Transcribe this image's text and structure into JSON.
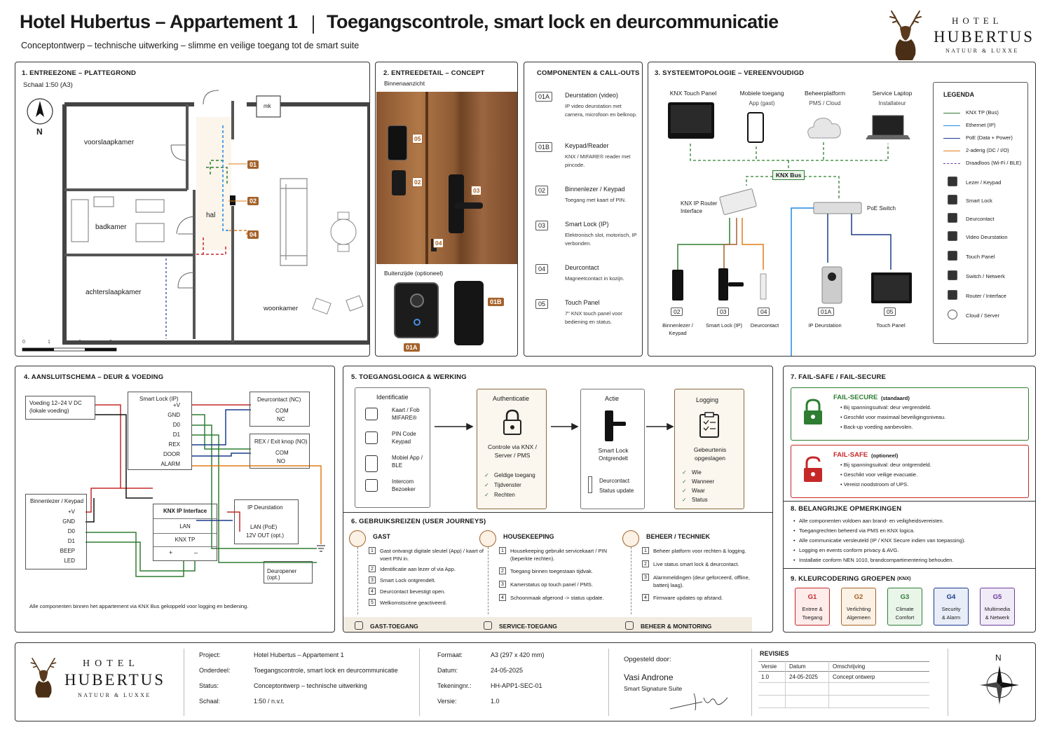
{
  "header": {
    "title": "Hotel Hubertus – Appartement 1",
    "subtitle_main": "Toegangscontrole, smart lock en deurcommunicatie",
    "tagline": "Conceptontwerp – technische uitwerking – slimme en veilige toegang tot de smart suite",
    "logo": {
      "line1": "HOTEL",
      "line2": "HUBERTUS",
      "line3": "NATUUR & LUXXE"
    }
  },
  "colors": {
    "knx": "#2e7d32",
    "ethernet": "#1e88e5",
    "poe": "#1a3a8a",
    "dc": "#e07b1a",
    "wireless": "#6a3d9a",
    "accent": "#a4622a",
    "red": "#c62828"
  },
  "s1": {
    "title": "1. ENTREEZONE – PLATTEGROND",
    "scale": "Schaal 1:50 (A3)",
    "north": "N",
    "rooms": {
      "voor": "voorslaapkamer",
      "bad": "badkamer",
      "achter": "achterslaapkamer",
      "hal": "hal",
      "woon": "woonkamer",
      "mk": "mk"
    },
    "markers": [
      "01",
      "02",
      "04"
    ],
    "scalebar": [
      "0",
      "1",
      "2",
      "3m"
    ]
  },
  "s2": {
    "title": "2. ENTREEDETAIL – CONCEPT",
    "inside": "Binnenaanzicht",
    "outside": "Buitenzijde (optioneel)",
    "markers": [
      "05",
      "02",
      "03",
      "04",
      "01A",
      "01B"
    ]
  },
  "comp": {
    "title": "COMPONENTEN & CALL-OUTS",
    "items": [
      {
        "id": "01A",
        "name": "Deurstation (video)",
        "desc": "IP video deurstation met camera, microfoon en belknop."
      },
      {
        "id": "01B",
        "name": "Keypad/Reader",
        "desc": "KNX / MIFARE® reader met pincode."
      },
      {
        "id": "02",
        "name": "Binnenlezer / Keypad",
        "desc": "Toegang met kaart of PIN."
      },
      {
        "id": "03",
        "name": "Smart Lock (IP)",
        "desc": "Elektronisch slot, motorisch, IP verbonden."
      },
      {
        "id": "04",
        "name": "Deurcontact",
        "desc": "Magneetcontact in kozijn."
      },
      {
        "id": "05",
        "name": "Touch Panel",
        "desc": "7\" KNX touch panel voor bediening en status."
      }
    ]
  },
  "s3": {
    "title": "3. SYSTEEMTOPOLOGIE – VEREENVOUDIGD",
    "top": [
      {
        "name": "KNX Touch Panel",
        "sub": ""
      },
      {
        "name": "Mobiele toegang",
        "sub": "App (gast)"
      },
      {
        "name": "Beheerplatform",
        "sub": "PMS / Cloud"
      },
      {
        "name": "Service Laptop",
        "sub": "Installateur"
      }
    ],
    "bus": "KNX Bus",
    "router": "KNX IP Router Interface",
    "switch": "PoE Switch",
    "bottom": [
      {
        "id": "02",
        "name": "Binnenlezer / Keypad"
      },
      {
        "id": "03",
        "name": "Smart Lock (IP)"
      },
      {
        "id": "04",
        "name": "Deurcontact"
      },
      {
        "id": "01A",
        "name": "IP Deurstation"
      },
      {
        "id": "05",
        "name": "Touch Panel"
      }
    ],
    "legend_title": "LEGENDA",
    "legend_lines": [
      "KNX TP (Bus)",
      "Ethernet (IP)",
      "PoE (Data + Power)",
      "2-aderig (DC / I/O)",
      "Draadloos (Wi-Fi / BLE)"
    ],
    "legend_icons": [
      "Lezer / Keypad",
      "Smart Lock",
      "Deurcontact",
      "Video Deurstation",
      "Touch Panel",
      "Switch / Netwerk",
      "Router / Interface",
      "Cloud / Server"
    ]
  },
  "s4": {
    "title": "4. AANSLUITSCHEMA – DEUR & VOEDING",
    "supply": "Voeding 12–24 V DC (lokale voeding)",
    "lock": {
      "title": "Smart Lock (IP)",
      "pins": [
        "+V",
        "GND",
        "D0",
        "D1",
        "REX",
        "DOOR",
        "ALARM"
      ]
    },
    "contact": {
      "title": "Deurcontact (NC)",
      "pins": [
        "COM",
        "NC"
      ]
    },
    "rex": {
      "title": "REX / Exit knop (NO)",
      "pins": [
        "COM",
        "NO"
      ]
    },
    "reader": {
      "title": "Binnenlezer / Keypad",
      "pins": [
        "+V",
        "GND",
        "D0",
        "D1",
        "BEEP",
        "LED"
      ]
    },
    "knx": {
      "title": "KNX IP Interface",
      "lan": "LAN",
      "tp": "KNX TP",
      "plus": "+",
      "minus": "–"
    },
    "ip": {
      "title": "IP Deurstation",
      "lan": "LAN (PoE)",
      "out": "12V OUT (opt.)"
    },
    "opener": "Deuropener (opt.)",
    "note": "Alle componenten binnen het appartement via KNX Bus gekoppeld voor logging en bediening."
  },
  "s5": {
    "title": "5. TOEGANGSLOGICA & WERKING",
    "ident": {
      "title": "Identificatie",
      "items": [
        "Kaart / Fob MIFARE®",
        "PIN Code Keypad",
        "Mobiel App / BLE",
        "Intercom Bezoeker"
      ]
    },
    "auth": {
      "title": "Authenticatie",
      "desc": "Controle via KNX / Server / PMS",
      "checks": [
        "Geldige toegang",
        "Tijdvenster",
        "Rechten"
      ]
    },
    "action": {
      "title": "Actie",
      "desc1": "Smart Lock",
      "desc2": "Ontgrendelt",
      "dc1": "Deurcontact",
      "dc2": "Status update"
    },
    "log": {
      "title": "Logging",
      "desc": "Gebeurtenis opgeslagen",
      "checks": [
        "Wie",
        "Wanneer",
        "Waar",
        "Status"
      ]
    }
  },
  "s6": {
    "title": "6. GEBRUIKSREIZEN (USER JOURNEYS)",
    "cols": [
      {
        "title": "GAST",
        "steps": [
          "Gast ontvangt digitale sleutel (App) / kaart of voert PIN in.",
          "Identificatie aan lezer of via App.",
          "Smart Lock ontgrendelt.",
          "Deurcontact bevestigt open.",
          "Welkomstscène geactiveerd."
        ],
        "footer": "GAST-TOEGANG"
      },
      {
        "title": "HOUSEKEEPING",
        "steps": [
          "Housekeeping gebruikt servicekaart / PIN (beperkte rechten).",
          "Toegang binnen toegestaan tijdvak.",
          "Kamerstatus op touch panel / PMS.",
          "Schoonmaak afgerond -> status update."
        ],
        "footer": "SERVICE-TOEGANG"
      },
      {
        "title": "BEHEER / TECHNIEK",
        "steps": [
          "Beheer platform voor rechten & logging.",
          "Live status smart lock & deurcontact.",
          "Alarmmeldingen (deur geforceerd, offline, batterij laag).",
          "Firmware updates op afstand."
        ],
        "footer": "BEHEER & MONITORING"
      }
    ]
  },
  "s7": {
    "title": "7. FAIL-SAFE / FAIL-SECURE",
    "secure": {
      "title": "FAIL-SECURE",
      "tag": "(standaard)",
      "items": [
        "Bij spanningsuitval: deur vergrendeld.",
        "Geschikt voor maximaal beveiligingsniveau.",
        "Back-up voeding aanbevolen."
      ]
    },
    "safe": {
      "title": "FAIL-SAFE",
      "tag": "(optioneel)",
      "items": [
        "Bij spanningsuitval: deur ontgrendeld.",
        "Geschikt voor veilige evacuatie.",
        "Vereist noodstroom of UPS."
      ]
    }
  },
  "s8": {
    "title": "8. BELANGRIJKE OPMERKINGEN",
    "items": [
      "Alle componenten voldoen aan brand- en veiligheidsvereisten.",
      "Toegangrechten beheerd via PMS en KNX logica.",
      "Alle communicatie versleuteld (IP / KNX Secure indien van toepassing).",
      "Logging en events conform privacy & AVG.",
      "Installatie conform NEN 1010, brandcompartimentering behouden."
    ]
  },
  "s9": {
    "title": "9. KLEURCODERING GROEPEN",
    "tag": "(KNX)",
    "groups": [
      {
        "id": "G1",
        "l1": "Entree &",
        "l2": "Toegang",
        "color": "#c62828",
        "bg": "#fdecea"
      },
      {
        "id": "G2",
        "l1": "Verlichting",
        "l2": "Algemeen",
        "color": "#a4622a",
        "bg": "#fbf1e4"
      },
      {
        "id": "G3",
        "l1": "Climate",
        "l2": "Comfort",
        "color": "#2e7d32",
        "bg": "#eaf5ea"
      },
      {
        "id": "G4",
        "l1": "Security",
        "l2": "& Alarm",
        "color": "#1a3a8a",
        "bg": "#e8edf8"
      },
      {
        "id": "G5",
        "l1": "Multimedia",
        "l2": "& Netwerk",
        "color": "#6a3d9a",
        "bg": "#f1eaf7"
      }
    ]
  },
  "titleblock": {
    "logo": {
      "line1": "HOTEL",
      "line2": "HUBERTUS",
      "line3": "NATUUR & LUXXE"
    },
    "col1": [
      [
        "Project:",
        "Hotel Hubertus – Appartement 1"
      ],
      [
        "Onderdeel:",
        "Toegangscontrole, smart lock en deurcommunicatie"
      ],
      [
        "Status:",
        "Conceptontwerp – technische uitwerking"
      ],
      [
        "Schaal:",
        "1:50 / n.v.t."
      ]
    ],
    "col2": [
      [
        "Formaat:",
        "A3 (297 x 420 mm)"
      ],
      [
        "Datum:",
        "24-05-2025"
      ],
      [
        "Tekeningnr.:",
        "HH-APP1-SEC-01"
      ],
      [
        "Versie:",
        "1.0"
      ]
    ],
    "prepared_label": "Opgesteld door:",
    "prepared_name": "Vasi Androne",
    "prepared_company": "Smart Signature Suite",
    "rev_title": "REVISIES",
    "rev_head": [
      "Versie",
      "Datum",
      "Omschrijving"
    ],
    "rev_row": [
      "1.0",
      "24-05-2025",
      "Concept ontwerp"
    ],
    "north": "N"
  }
}
